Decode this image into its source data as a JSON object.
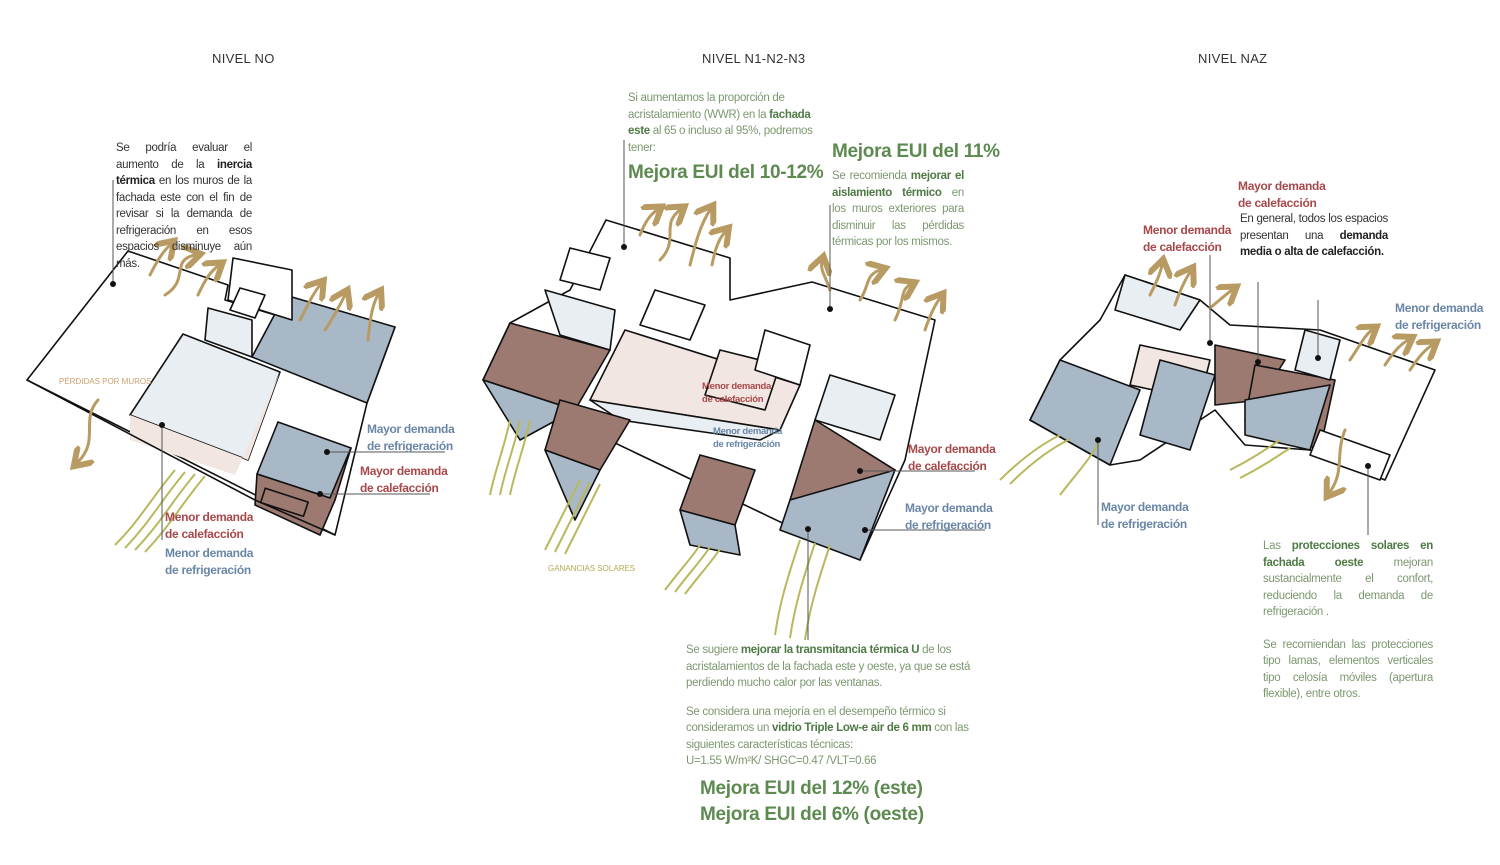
{
  "titles": {
    "left": "NIVEL NO",
    "center": "NIVEL N1-N2-N3",
    "right": "NIVEL NAZ"
  },
  "left": {
    "note": [
      "Se podría evaluar el aumento de la ",
      "inercia térmica",
      " en los muros de la fachada este con el fin de revisar si la demanda de refrigeración en esos espacios disminuye aún más."
    ],
    "perdidas": "PÉRDIDAS POR MUROS",
    "mayor_refrig": [
      "Mayor demanda",
      "de refrigeración"
    ],
    "mayor_calef": [
      "Mayor demanda",
      "de calefacción"
    ],
    "menor_calef": [
      "Menor demanda",
      "de calefacción"
    ],
    "menor_refrig": [
      "Menor demanda",
      "de refrigeración"
    ]
  },
  "center": {
    "wwr_note": [
      "Si aumentamos la proporción de acristalamiento (WWR) en la ",
      "fachada este",
      " al 65 o incluso al 95%, podremos tener:"
    ],
    "wwr_big": "Mejora EUI del 10-12%",
    "aisl_big": "Mejora EUI del 11%",
    "aisl_note": [
      "Se recomienda ",
      "mejorar el aislamiento térmico",
      " en los muros exteriores para disminuir las pérdidas térmicas por los mismos."
    ],
    "menor_calef": [
      "Menor demanda",
      "de calefacción"
    ],
    "menor_refrig": [
      "Menor demanda",
      "de refrigeración"
    ],
    "mayor_calef": [
      "Mayor demanda",
      "de calefacción"
    ],
    "mayor_refrig": [
      "Mayor demanda",
      "de refrigeración"
    ],
    "ganancias": "GANANCIAS SOLARES",
    "u_note": [
      "Se sugiere ",
      "mejorar la transmitancia térmica U",
      " de los acristalamientos de la fachada este y oeste, ya que se está perdiendo mucho calor por las ventanas."
    ],
    "glass_note": [
      "Se considera una mejoría en el desempeño térmico si consideramos un ",
      "vidrio Triple Low-e air de 6 mm",
      " con las siguientes características técnicas:"
    ],
    "specs": "U=1.55 W/m²K/ SHGC=0.47 /VLT=0.66",
    "big_este": "Mejora EUI del 12% (este)",
    "big_oeste": "Mejora EUI del 6% (oeste)"
  },
  "right": {
    "mayor_calef": [
      "Mayor demanda",
      "de calefacción"
    ],
    "general_note": [
      "En general, todos los espacios presentan una ",
      "demanda media o alta de calefacción."
    ],
    "menor_calef": [
      "Menor demanda",
      "de calefacción"
    ],
    "menor_refrig": [
      "Menor demanda",
      "de refrigeración"
    ],
    "mayor_refrig": [
      "Mayor demanda",
      "de refrigeración"
    ],
    "prot_note": [
      "Las ",
      "protecciones solares en fachada oeste",
      " mejoran sustancialmente el confort, reduciendo la demanda de refrigeración ."
    ],
    "prot_note2": "Se recomiendan las protecciones tipo lamas, elementos verticales tipo celosía móviles (apertura flexible), entre otros."
  },
  "colors": {
    "heating": "#9c7a72",
    "cooling": "#a9b8c6",
    "light": "#e9eef2",
    "pink": "#f1e6e1",
    "arrow": "#b89b62",
    "solar": "#b9b85e"
  }
}
